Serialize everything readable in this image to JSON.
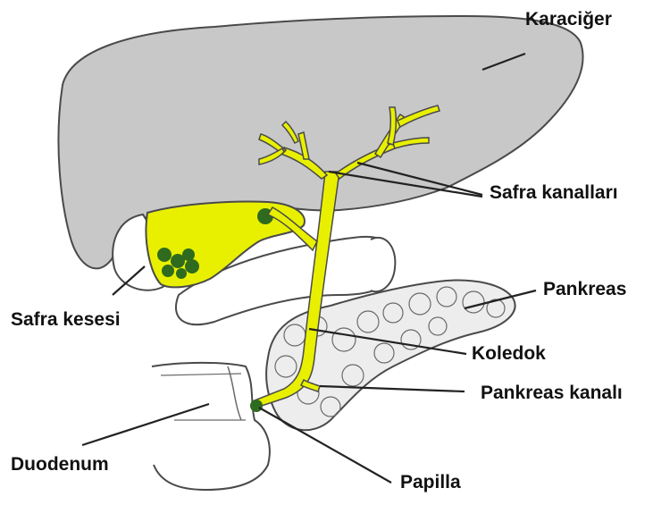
{
  "labels": {
    "liver": "Karaciğer",
    "bile_ducts": "Safra kanalları",
    "pancreas": "Pankreas",
    "gallbladder": "Safra kesesi",
    "common_bile_duct": "Koledok",
    "pancreatic_duct": "Pankreas kanalı",
    "duodenum": "Duodenum",
    "papilla": "Papilla"
  },
  "colors": {
    "liver_fill": "#c8c8c8",
    "bile_yellow": "#e8f000",
    "stone_green": "#2f6b1e",
    "outline": "#4a4a4a",
    "text": "#111111"
  }
}
